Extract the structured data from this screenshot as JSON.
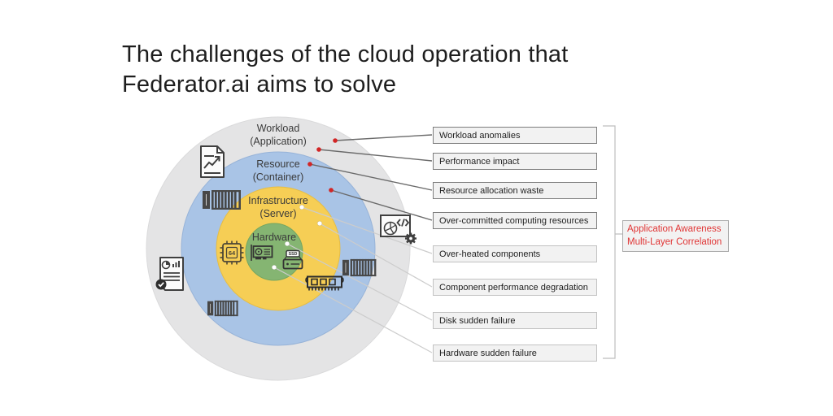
{
  "slide": {
    "title_lines": [
      "The challenges of the cloud operation that",
      "Federator.ai aims to solve"
    ],
    "title_color": "#1e1e1e",
    "background_color": "#ffffff"
  },
  "diagram": {
    "rings": [
      {
        "name": "Workload",
        "sub": "(Application)",
        "color": "#e4e4e5"
      },
      {
        "name": "Resource",
        "sub": "(Container)",
        "color": "#a9c4e6"
      },
      {
        "name": "Infrastructure",
        "sub": "(Server)",
        "color": "#f6ce55"
      },
      {
        "name": "Hardware",
        "sub": "",
        "color": "#85b572"
      }
    ],
    "icons": {
      "cpu_label": "64",
      "ssd_label": "SSD"
    },
    "challenges": [
      {
        "label": "Workload anomalies",
        "emphasis": "strong"
      },
      {
        "label": "Performance impact",
        "emphasis": "strong"
      },
      {
        "label": "Resource allocation waste",
        "emphasis": "strong"
      },
      {
        "label": "Over-committed computing resources",
        "emphasis": "strong"
      },
      {
        "label": "Over-heated components",
        "emphasis": "light"
      },
      {
        "label": "Component performance degradation",
        "emphasis": "light"
      },
      {
        "label": "Disk sudden failure",
        "emphasis": "light"
      },
      {
        "label": "Hardware sudden failure",
        "emphasis": "light"
      }
    ],
    "summary": {
      "line1": "Application Awareness",
      "line2": "Multi-Layer Correlation",
      "text_color": "#e03535"
    },
    "accent_red": "#d22525",
    "connector_strong_color": "#6a6a6a",
    "connector_light_color": "#cccccc"
  }
}
